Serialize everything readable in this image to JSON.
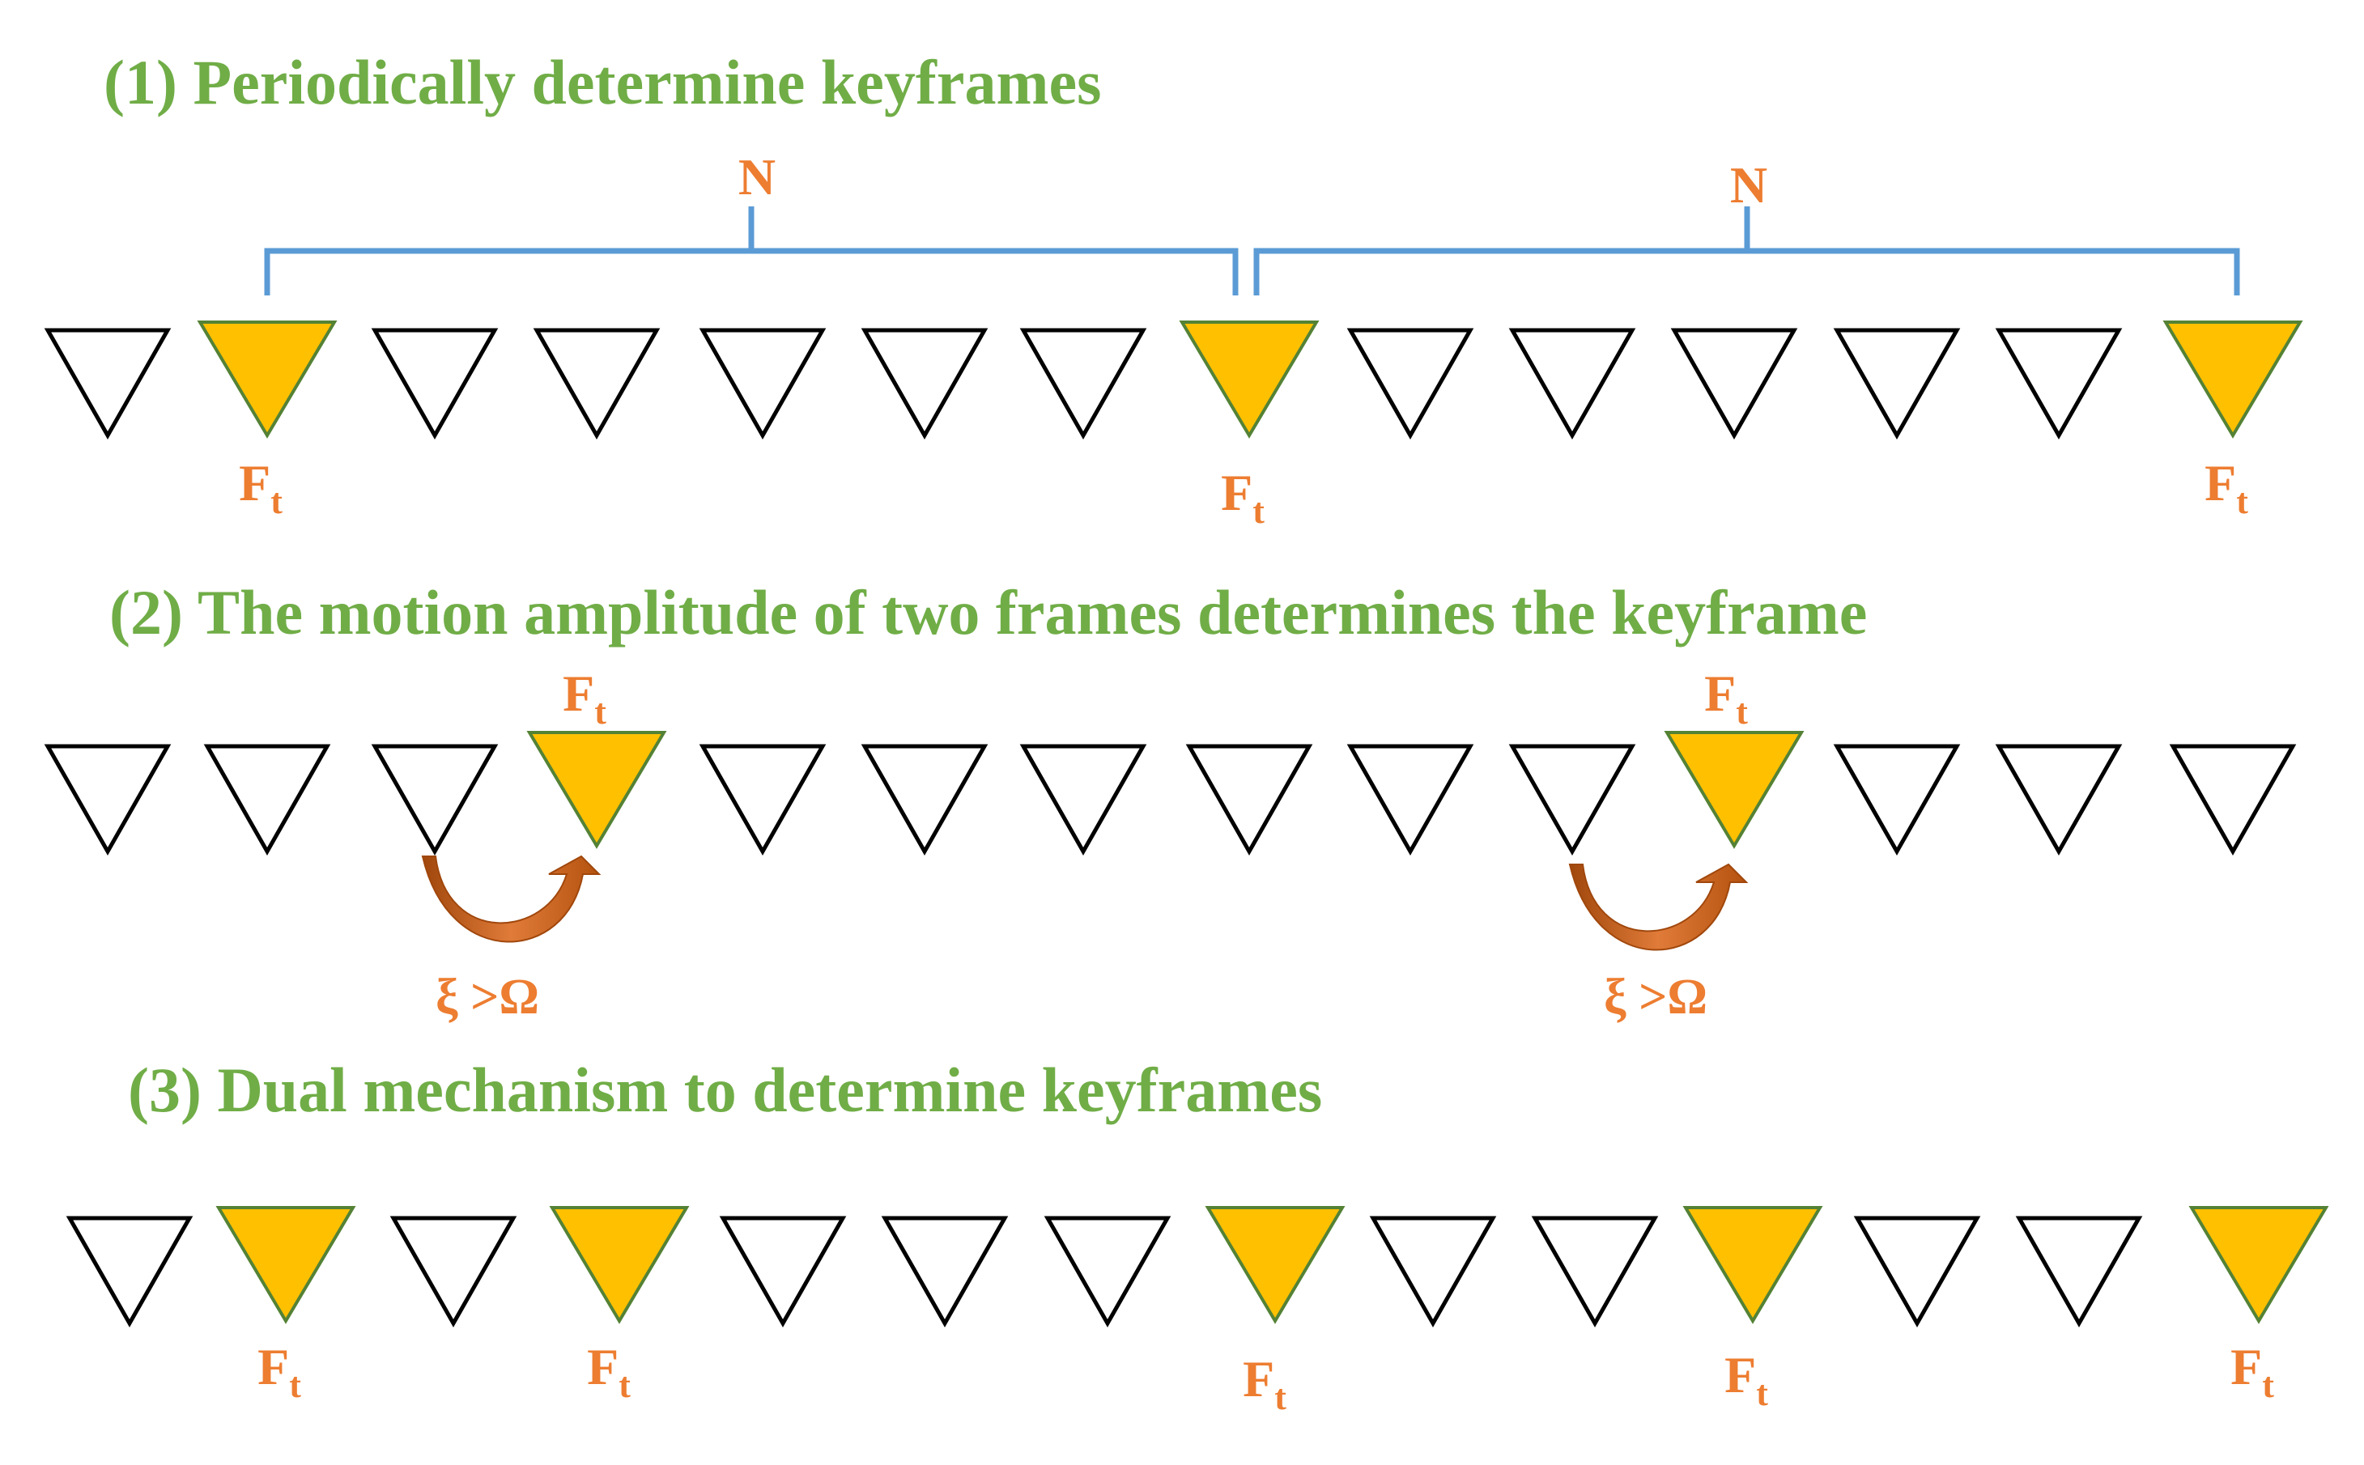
{
  "colors": {
    "heading": "#70AD47",
    "keyframe_fill": "#FFC000",
    "keyframe_stroke": "#548235",
    "frame_stroke": "#000000",
    "label": "#ED7D31",
    "bracket": "#5B9BD5",
    "arrow": "#C55A11"
  },
  "sections": [
    {
      "title": "(1) Periodically determine keyframes",
      "frames": [
        false,
        true,
        false,
        false,
        false,
        false,
        false,
        true,
        false,
        false,
        false,
        false,
        false,
        true
      ],
      "keyframe_label": "F",
      "keyframe_subscript": "t",
      "bracket_label": "N"
    },
    {
      "title": "(2) The motion amplitude of two frames determines the keyframe",
      "frames": [
        false,
        false,
        false,
        true,
        false,
        false,
        false,
        false,
        false,
        false,
        true,
        false,
        false,
        false
      ],
      "keyframe_label": "F",
      "keyframe_subscript": "t",
      "condition_text": "ξ >Ω"
    },
    {
      "title": "(3) Dual mechanism to determine keyframes",
      "frames": [
        false,
        true,
        false,
        true,
        false,
        false,
        false,
        true,
        false,
        false,
        true,
        false,
        false,
        true
      ],
      "keyframe_label": "F",
      "keyframe_subscript": "t"
    }
  ]
}
